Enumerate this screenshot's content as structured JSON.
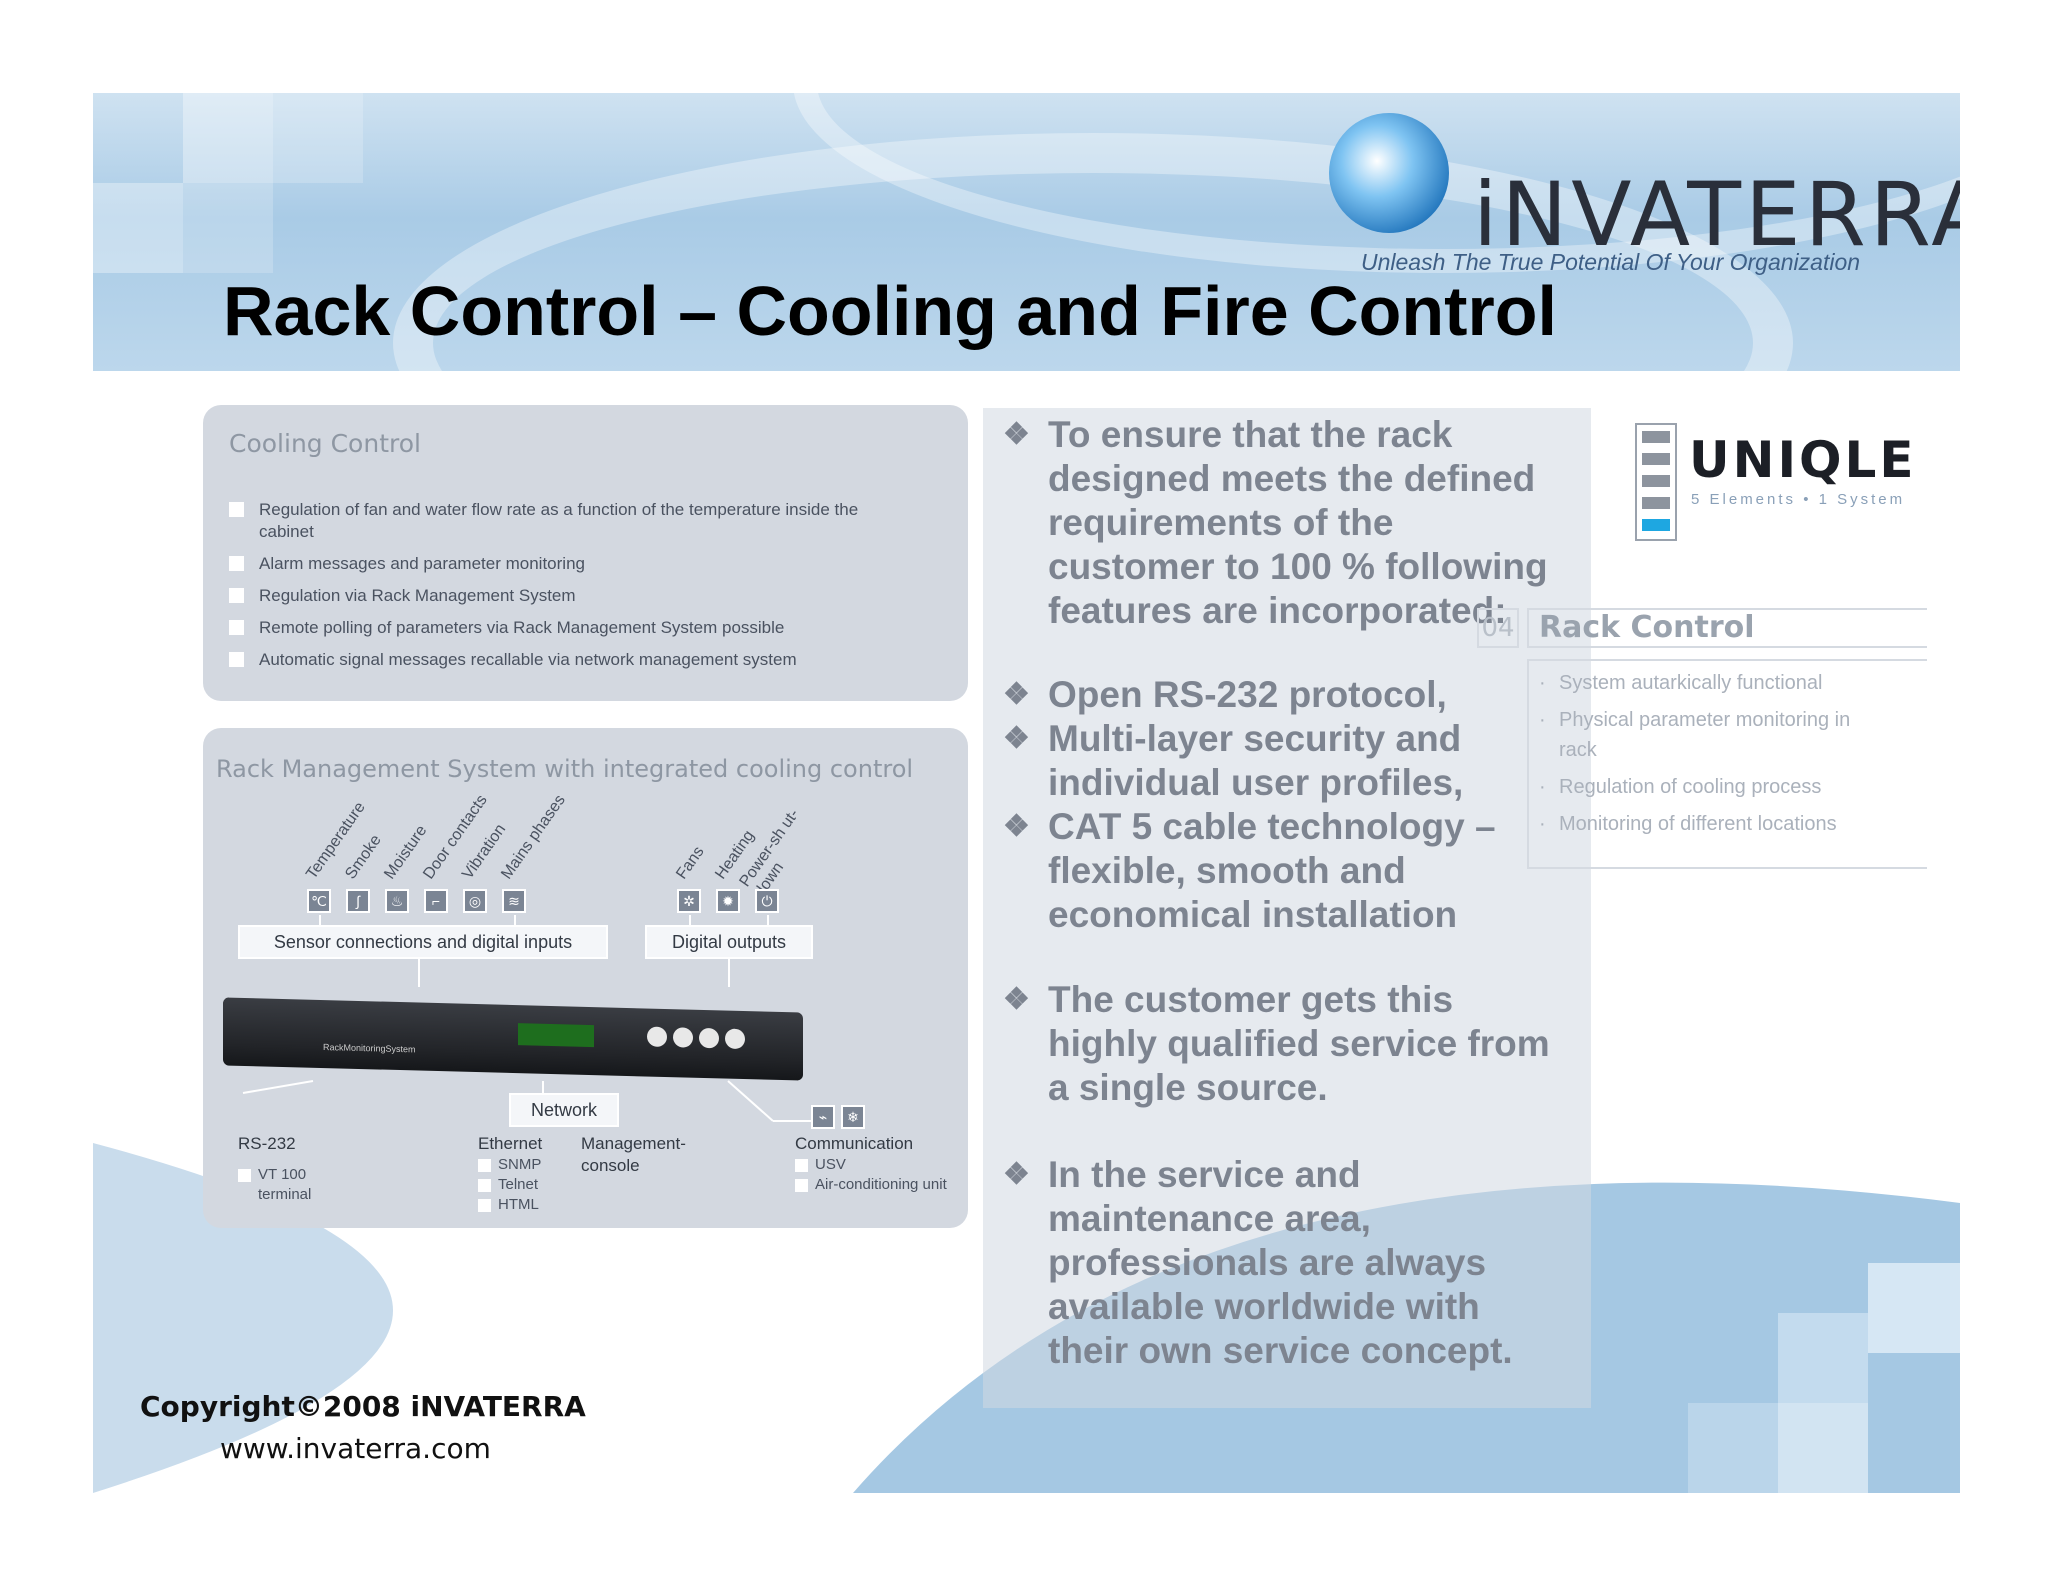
{
  "brand": {
    "name": "iNVATERRA",
    "tagline": "Unleash The True Potential Of Your Organization"
  },
  "slide": {
    "title": "Rack Control – Cooling and Fire Control"
  },
  "cooling_control": {
    "title": "Cooling Control",
    "items": [
      "Regulation of fan and water flow rate as a function of the temperature inside the cabinet",
      "Alarm messages and parameter monitoring",
      "Regulation via Rack Management System",
      "Remote polling of parameters via Rack Management System possible",
      "Automatic signal messages recallable via network management system"
    ]
  },
  "rms": {
    "title": "Rack Management System  with integrated cooling control",
    "sensors": [
      "Temperature",
      "Smoke",
      "Moisture",
      "Door contacts",
      "Vibration",
      "Mains phases"
    ],
    "outputs": [
      "Fans",
      "Heating",
      "Power-sh ut-down"
    ],
    "sensor_frame": "Sensor connections and digital inputs",
    "output_frame": "Digital outputs",
    "network_frame": "Network",
    "device_brand": "RackMonitoringSystem",
    "rs232": {
      "label": "RS-232",
      "items": [
        "VT 100 terminal"
      ]
    },
    "ethernet": {
      "label": "Ethernet",
      "items": [
        "SNMP",
        "Telnet",
        "HTML"
      ]
    },
    "management": {
      "label": "Management-console"
    },
    "communication": {
      "label": "Communication",
      "items": [
        "USV",
        "Air-conditioning unit"
      ]
    }
  },
  "bullets": [
    "To ensure that the rack designed meets the defined requirements of the customer to 100 % following features are incorporated:",
    "Open RS-232 protocol,",
    "Multi-layer security and individual user profiles,",
    "CAT 5 cable technology – flexible, smooth and economical installation",
    "The customer gets this highly qualified service from a single source.",
    "In the service and maintenance area, professionals are always available worldwide with their own service concept."
  ],
  "bullet_mark": "❖",
  "uniqle": {
    "word": "UNIQLE",
    "sub": "5 Elements • 1 System"
  },
  "rack_control": {
    "number": "04",
    "title": "Rack Control",
    "items": [
      "System autarkically functional",
      "Physical parameter monitoring in rack",
      "Regulation of cooling process",
      "Monitoring of different locations"
    ]
  },
  "footer": {
    "copyright": "Copyright©2008 iNVATERRA",
    "website": "www.invaterra.com"
  },
  "colors": {
    "header_blue": "#a9cbe6",
    "panel_gray": "#d3d8e0",
    "bullet_gray": "#7d8490",
    "uniqle_accent": "#1ea7e1"
  }
}
